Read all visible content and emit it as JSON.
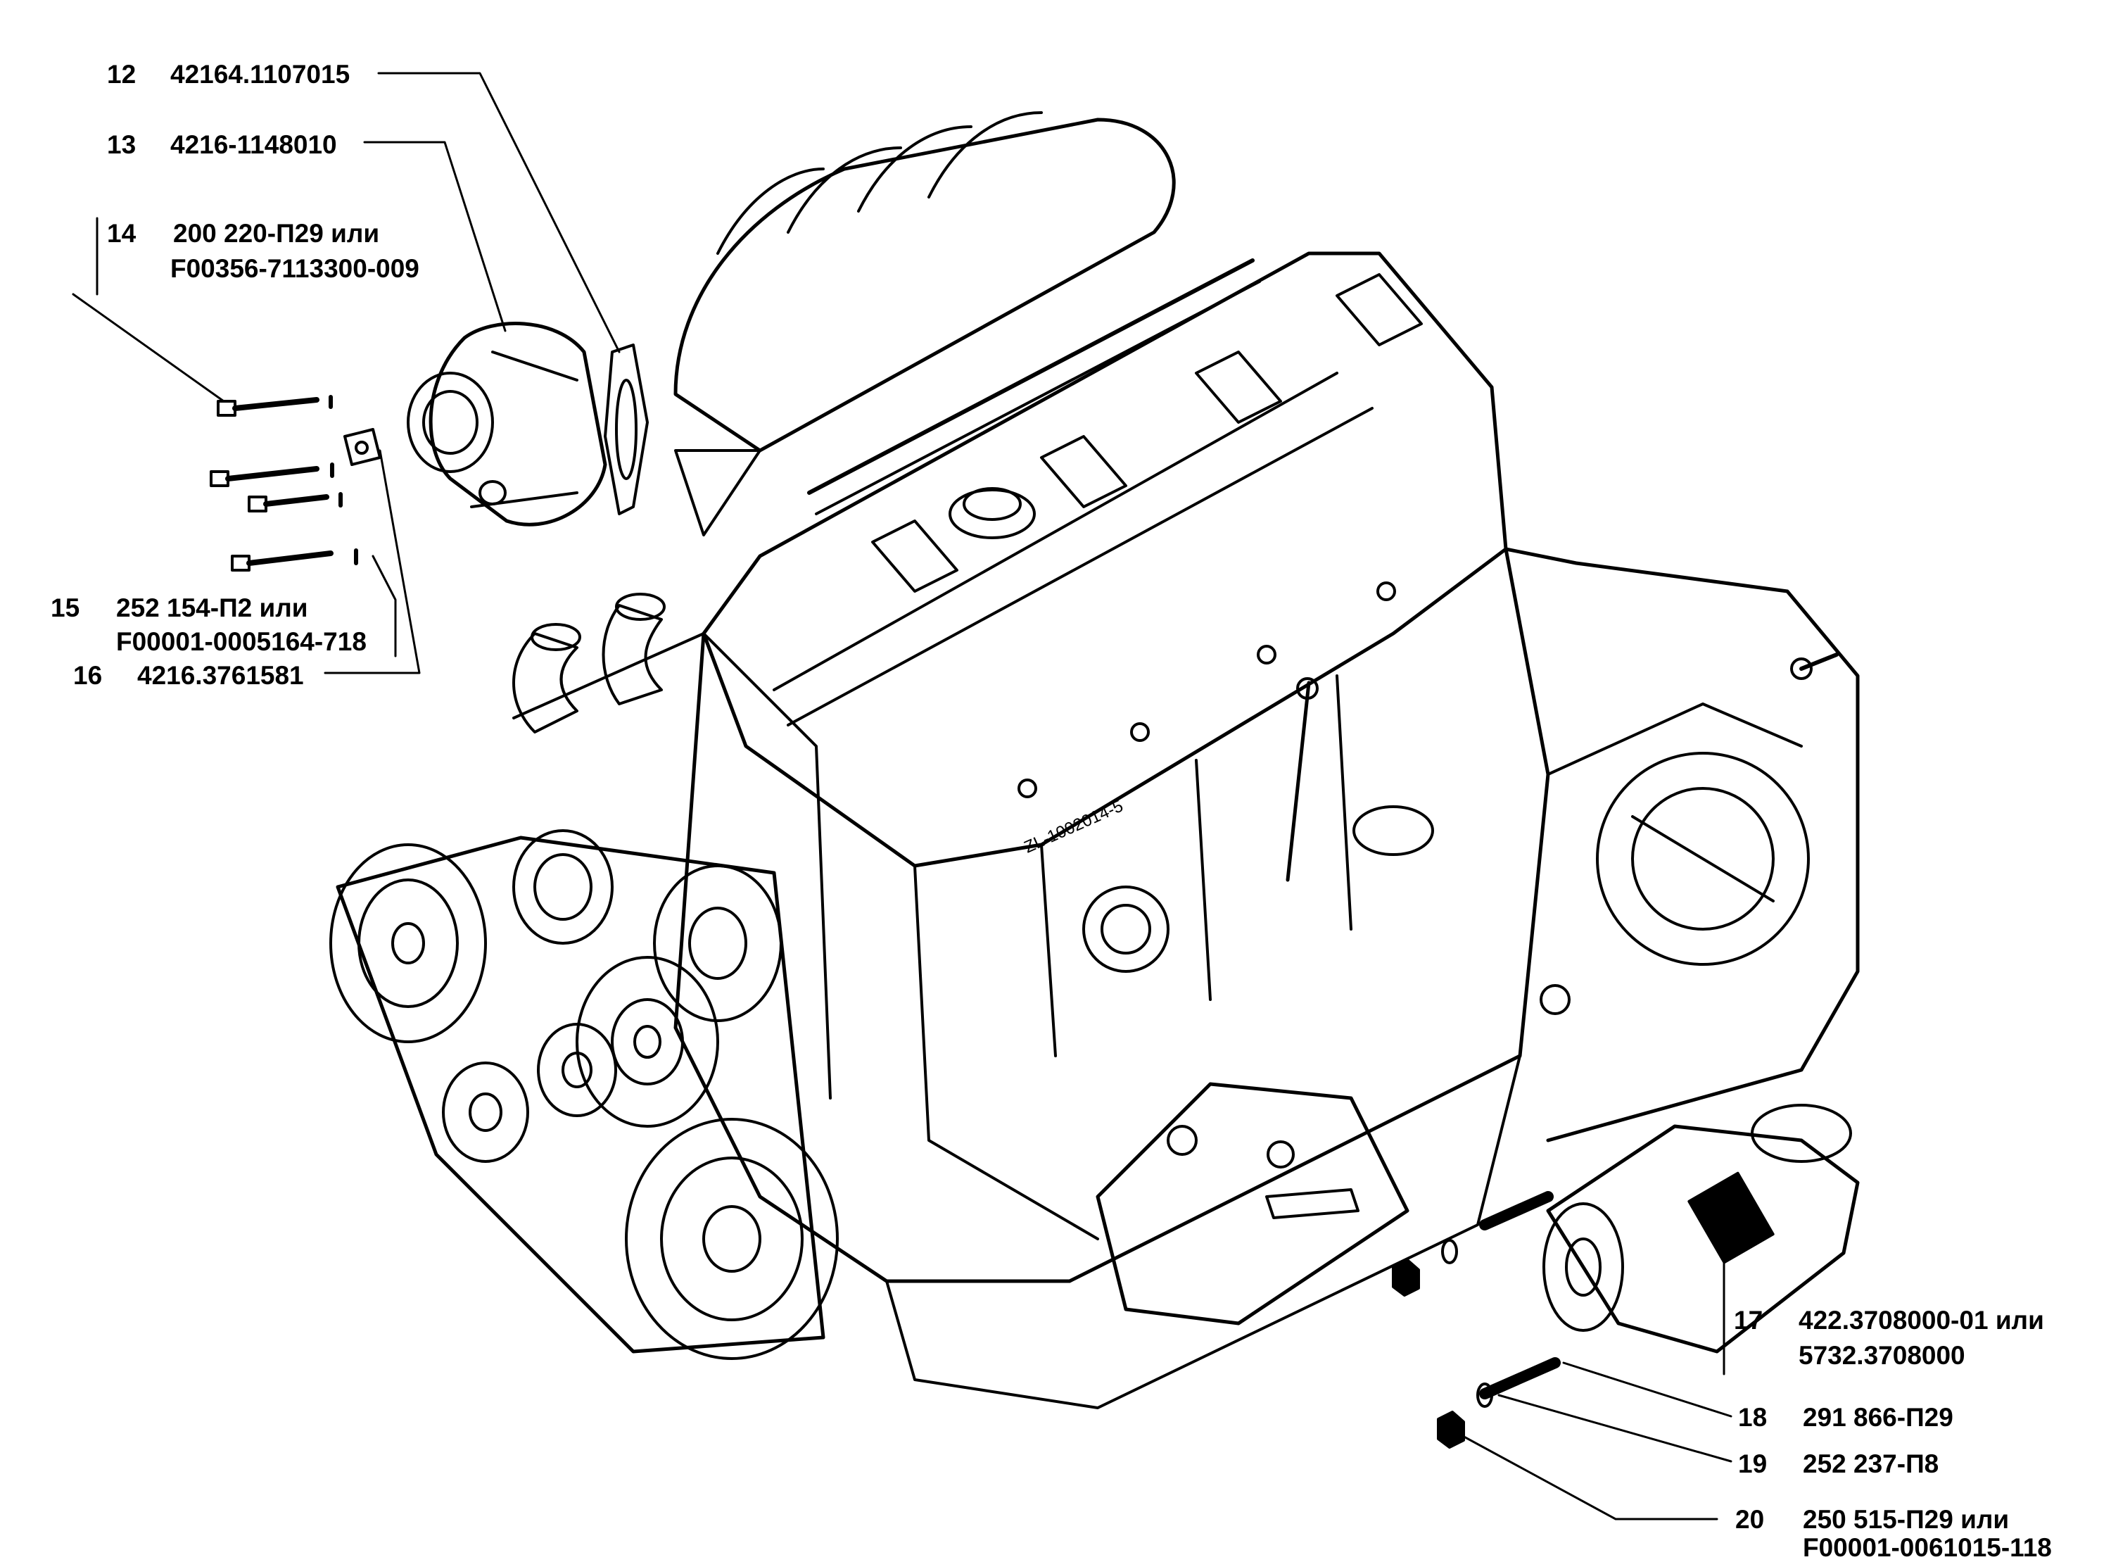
{
  "callouts": [
    {
      "num": "12",
      "lines": [
        "42164.1107015"
      ]
    },
    {
      "num": "13",
      "lines": [
        "4216-1148010"
      ]
    },
    {
      "num": "14",
      "lines": [
        "200 220-П29 или",
        "F00356-7113300-009"
      ]
    },
    {
      "num": "15",
      "lines": [
        "252 154-П2 или",
        "F00001-0005164-718"
      ]
    },
    {
      "num": "16",
      "lines": [
        "4216.3761581"
      ]
    },
    {
      "num": "17",
      "lines": [
        "422.3708000-01 или",
        "5732.3708000"
      ]
    },
    {
      "num": "18",
      "lines": [
        "291 866-П29"
      ]
    },
    {
      "num": "19",
      "lines": [
        "252 237-П8"
      ]
    },
    {
      "num": "20",
      "lines": [
        "250 515-П29 или",
        "F00001-0061015-118"
      ]
    }
  ],
  "engraving": "ZL-1002014-5"
}
